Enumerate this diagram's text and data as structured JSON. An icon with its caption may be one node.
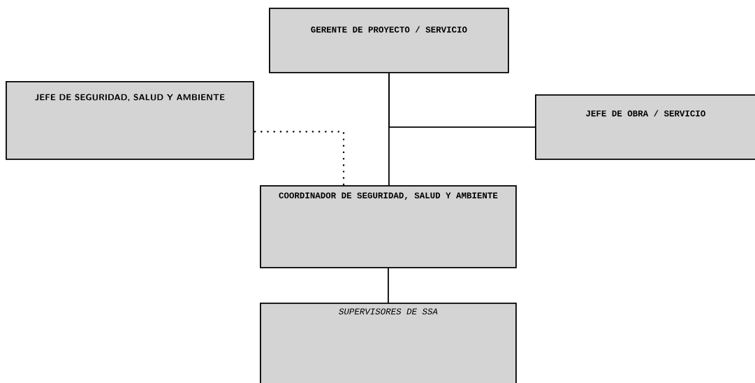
{
  "diagram": {
    "nodes": [
      {
        "text": [
          "GERENTE DE PROYECTO / SERVICIO"
        ]
      },
      {
        "text": [
          "JEFE DE SEGURIDAD, SALUD Y AMBIENTE"
        ]
      },
      {
        "text": [
          "JEFE DE OBRA / SERVICIO"
        ]
      },
      {
        "text": [
          "COORDINADOR DE SEGURIDAD, SALUD Y AMBIENTE"
        ]
      },
      {
        "text": [
          "SUPERVISORES DE SSA"
        ]
      }
    ],
    "edges": [
      {
        "from": 0,
        "to": 3,
        "arrow": "none"
      },
      {
        "from": 0,
        "to": 2,
        "arrow": "none"
      },
      {
        "from": 3,
        "to": 4,
        "arrow": "none"
      },
      {
        "from": 3,
        "to": 1,
        "arrow": "none",
        "style": "dashed"
      }
    ]
  }
}
